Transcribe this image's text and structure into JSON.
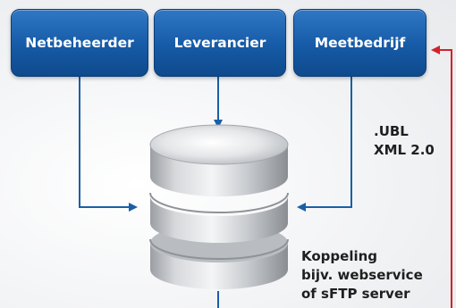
{
  "boxes": {
    "netbeheerder": "Netbeheerder",
    "leverancier": "Leverancier",
    "meetbedrijf": "Meetbedrijf"
  },
  "format_label": {
    "line1": ".UBL",
    "line2": "XML 2.0"
  },
  "coupling_label": {
    "line1": "Koppeling",
    "line2": "bijv. webservice",
    "line3": "of sFTP server"
  },
  "colors": {
    "box": "#165aa6",
    "arrow": "#1a5fa8",
    "red_line": "#d2232a"
  }
}
